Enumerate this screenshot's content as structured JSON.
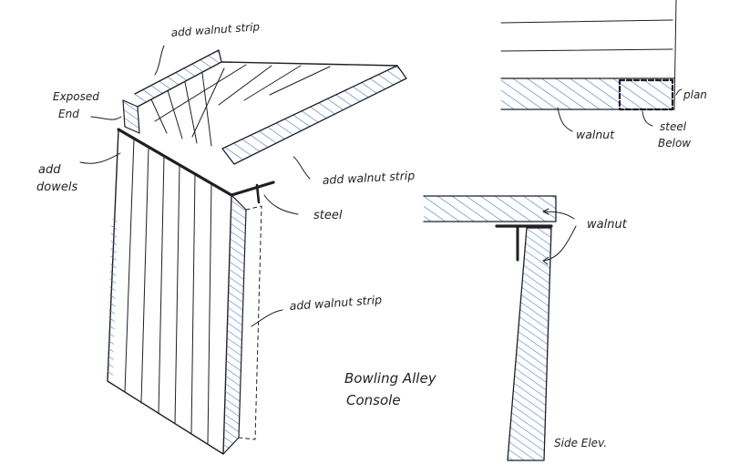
{
  "labels": {
    "add_walnut_strip_top": "add walnut strip",
    "exposed_end": "Exposed\nEnd",
    "add_dowels": "add\ndowels",
    "add_walnut_strip_right": "add walnut strip",
    "steel": "steel",
    "add_walnut_strip_leg": "add walnut strip",
    "title": "Bowling Alley\nConsole",
    "plan": "plan",
    "plan_walnut": "walnut",
    "plan_steel_below": "steel\nBelow",
    "side_walnut": "walnut",
    "side_elev": "Side Elev."
  },
  "colors": {
    "ink": "#1f1f24",
    "hatch": "#3c78c8",
    "paper": "#ffffff"
  }
}
